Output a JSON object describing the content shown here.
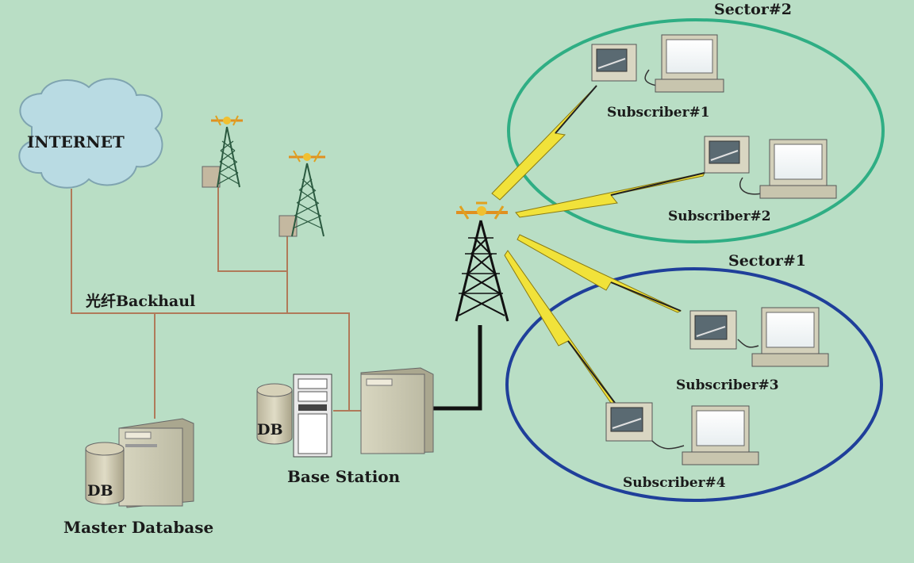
{
  "labels": {
    "internet": "INTERNET",
    "backhaul": "光纤Backhaul",
    "master_database": "Master Database",
    "db_master": "DB",
    "db_base": "DB",
    "base_station": "Base Station",
    "sector2": "Sector#2",
    "sector1": "Sector#1"
  },
  "subscribers": [
    {
      "label": "Subscriber#1"
    },
    {
      "label": "Subscriber#2"
    },
    {
      "label": "Subscriber#3"
    },
    {
      "label": "Subscriber#4"
    }
  ],
  "colors": {
    "background": "#b9dec5",
    "sector2_ring": "#2fae84",
    "sector1_ring": "#1f3f9a",
    "cable": "#b07a5a",
    "lightning": "#f1e23a",
    "cloud": "#b9dbe3"
  }
}
